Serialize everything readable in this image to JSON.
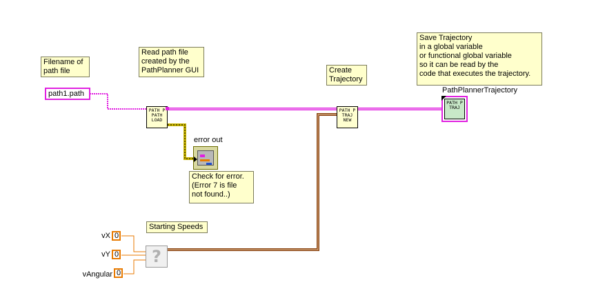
{
  "comments": {
    "filename": "Filename of\npath file",
    "read_path": "Read path file\ncreated by the\nPathPlanner GUI",
    "create_traj": "Create\nTrajectory",
    "save_traj": "Save Trajectory\nin a global variable\nor functional global variable\nso it can be read by the\ncode that executes the trajectory.",
    "check_error": "Check for error.\n(Error 7 is file\nnot found..)",
    "starting_speeds": "Starting Speeds"
  },
  "controls": {
    "path_constant": "path1.path",
    "error_out_label": "error out",
    "traj_indicator_label": "PathPlannerTrajectory"
  },
  "subvis": {
    "path_load": "PATH P\nPATH\nLOAD",
    "traj_new": "PATH P\nTRAJ\nNEW",
    "traj_indicator": "PATH P\nTRAJ"
  },
  "speeds": [
    {
      "label": "vX",
      "value": "0"
    },
    {
      "label": "vY",
      "value": "0"
    },
    {
      "label": "vAngular",
      "value": "0"
    }
  ],
  "colors": {
    "path_wire": "#e020e0",
    "error_wire": "#c8b400",
    "cluster_wire": "#8b4513",
    "numeric": "#e87a00",
    "comment_bg": "#ffffcc"
  }
}
